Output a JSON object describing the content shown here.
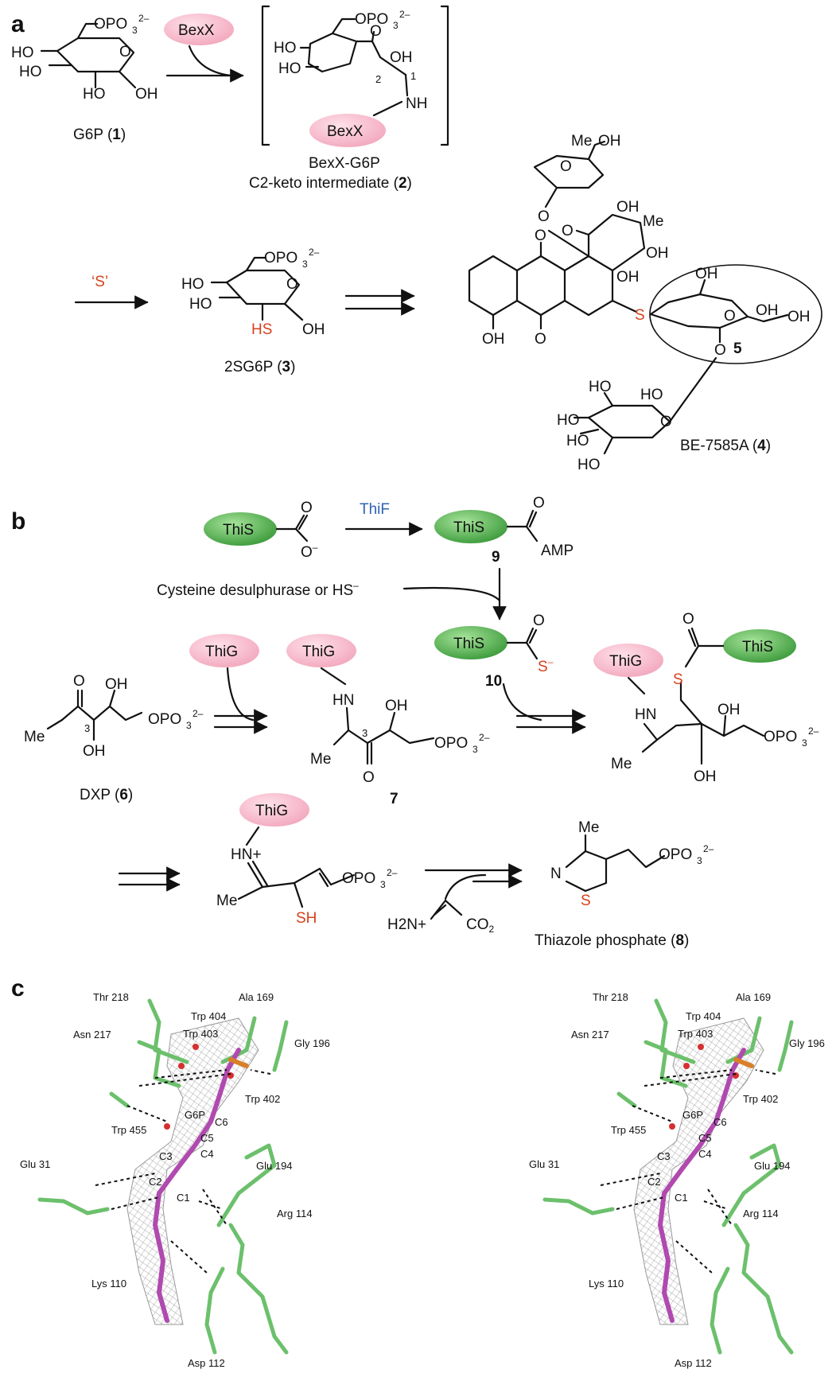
{
  "panels": {
    "a": "a",
    "b": "b",
    "c": "c"
  },
  "panel_a": {
    "enzyme_bexx": "BexX",
    "g6p_label": "G6P (",
    "g6p_num": "1",
    "close_paren": ")",
    "opo3": "OPO",
    "three": "3",
    "two_minus": "2–",
    "ho": "HO",
    "oh": "OH",
    "o": "O",
    "nh": "NH",
    "intermediate_line1": "BexX-G6P",
    "intermediate_line2": "C2-keto intermediate (",
    "intermediate_num": "2",
    "num_2": "2",
    "num_1": "1",
    "sulfur_reagent": "‘S’",
    "hs": "HS",
    "sg6p_label": "2SG6P (",
    "sg6p_num": "3",
    "me": "Me",
    "s": "S",
    "num_5": "5",
    "be_label": "BE-7585A (",
    "be_num": "4"
  },
  "panel_b": {
    "this": "ThiS",
    "thif": "ThiF",
    "thig": "ThiG",
    "amp": "AMP",
    "o_minus": "O",
    "minus": "–",
    "num_9": "9",
    "num_10": "10",
    "num_7": "7",
    "cys_text": "Cysteine desulphurase or HS",
    "s_minus": "S",
    "hn": "HN",
    "hn_plus": "HN+",
    "me": "Me",
    "num_3": "3",
    "dxp_label": "DXP (",
    "dxp_num": "6",
    "sh": "SH",
    "h2n": "H2N+",
    "co2": "CO",
    "co2_sub": "2",
    "n": "N",
    "thiazole_label": "Thiazole phosphate (",
    "thiazole_num": "8"
  },
  "panel_c": {
    "residues": [
      "Thr 218",
      "Ala 169",
      "Trp 404",
      "Trp 403",
      "Asn 217",
      "Gly 196",
      "Trp 402",
      "G6P",
      "C6",
      "Trp 455",
      "C5",
      "C4",
      "C3",
      "Glu 194",
      "Glu 31",
      "C2",
      "C1",
      "Arg 114",
      "Lys 110",
      "Asp 112"
    ]
  }
}
